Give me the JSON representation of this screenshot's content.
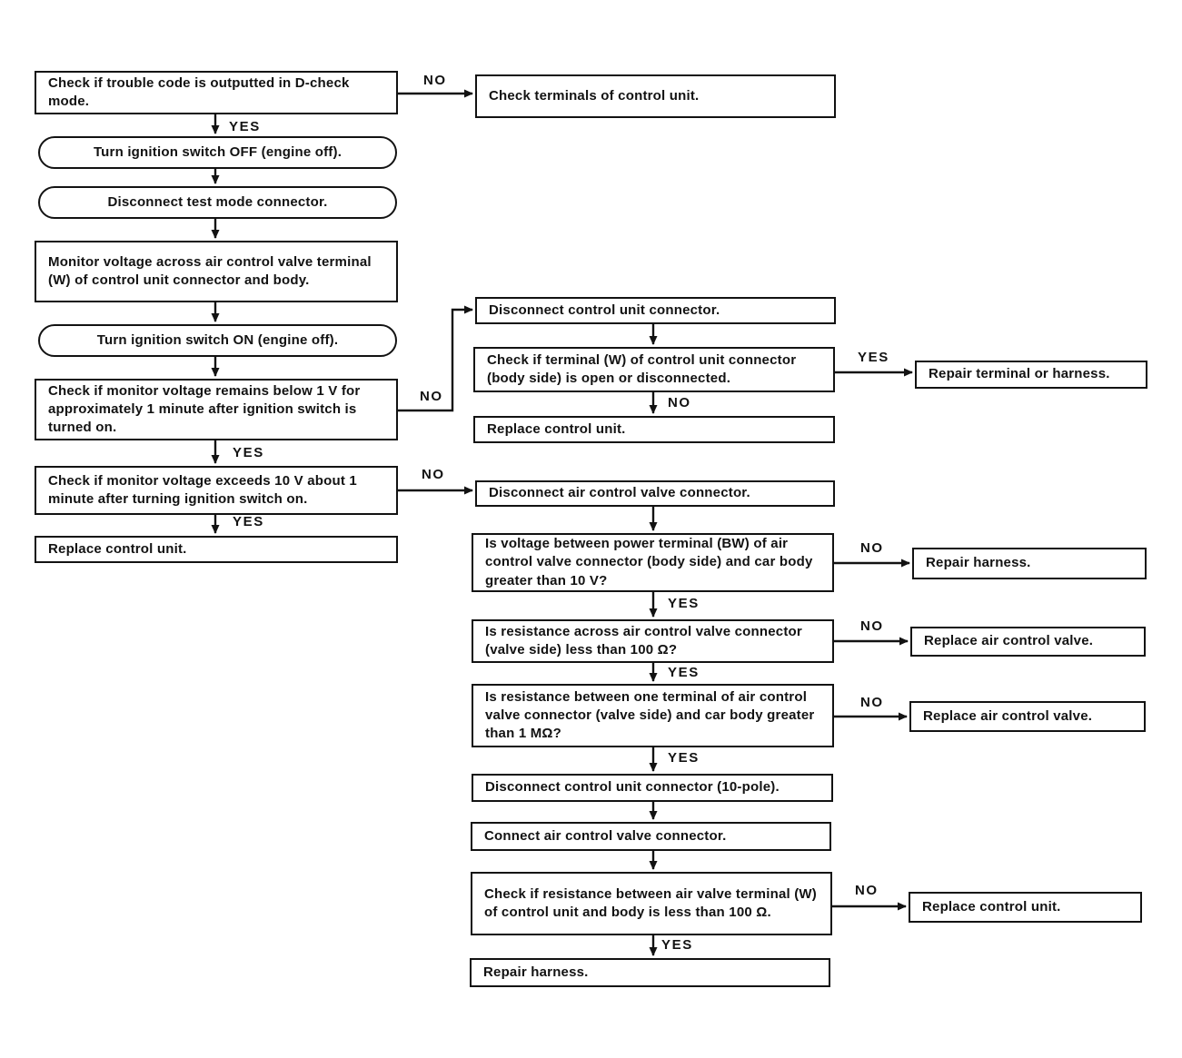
{
  "colors": {
    "ink": "#121212",
    "paper": "#ffffff"
  },
  "nodes": [
    {
      "text": "Check if trouble code is outputted in D-check mode."
    },
    {
      "text": "Check terminals of control unit."
    },
    {
      "text": "Turn ignition switch OFF (engine off)."
    },
    {
      "text": "Disconnect test mode connector."
    },
    {
      "text": "Monitor voltage across air control valve terminal (W) of control unit connector and body."
    },
    {
      "text": "Turn ignition switch ON (engine off)."
    },
    {
      "text": "Check if monitor voltage remains below 1 V for approximately 1 minute after ignition switch is turned on."
    },
    {
      "text": "Check if monitor voltage exceeds 10 V about 1 minute after turning ignition switch on."
    },
    {
      "text": "Replace control unit."
    },
    {
      "text": "Disconnect control unit connector."
    },
    {
      "text": "Check if terminal (W) of control unit connector (body side) is open or disconnected."
    },
    {
      "text": "Replace control unit."
    },
    {
      "text": "Disconnect air control valve connector."
    },
    {
      "text": "Is voltage between power terminal (BW) of air control valve connector (body side) and car body greater than 10 V?"
    },
    {
      "text": "Is resistance across air control valve connector (valve side) less than 100 Ω?"
    },
    {
      "text": "Is resistance between one terminal of air control valve connector (valve side) and car body greater than 1 MΩ?"
    },
    {
      "text": "Disconnect control unit connector (10-pole)."
    },
    {
      "text": "Connect air control valve connector."
    },
    {
      "text": "Check if resistance between air valve terminal (W) of control unit and body is less than 100 Ω."
    },
    {
      "text": "Repair harness."
    },
    {
      "text": "Repair terminal or harness."
    },
    {
      "text": "Repair harness."
    },
    {
      "text": "Replace air control valve."
    },
    {
      "text": "Replace air control valve."
    },
    {
      "text": "Replace control unit."
    }
  ],
  "labels": [
    "NO",
    "YES",
    "NO",
    "YES",
    "NO",
    "YES",
    "NO",
    "YES",
    "NO",
    "YES",
    "NO",
    "YES",
    "NO",
    "YES",
    "NO",
    "YES"
  ]
}
